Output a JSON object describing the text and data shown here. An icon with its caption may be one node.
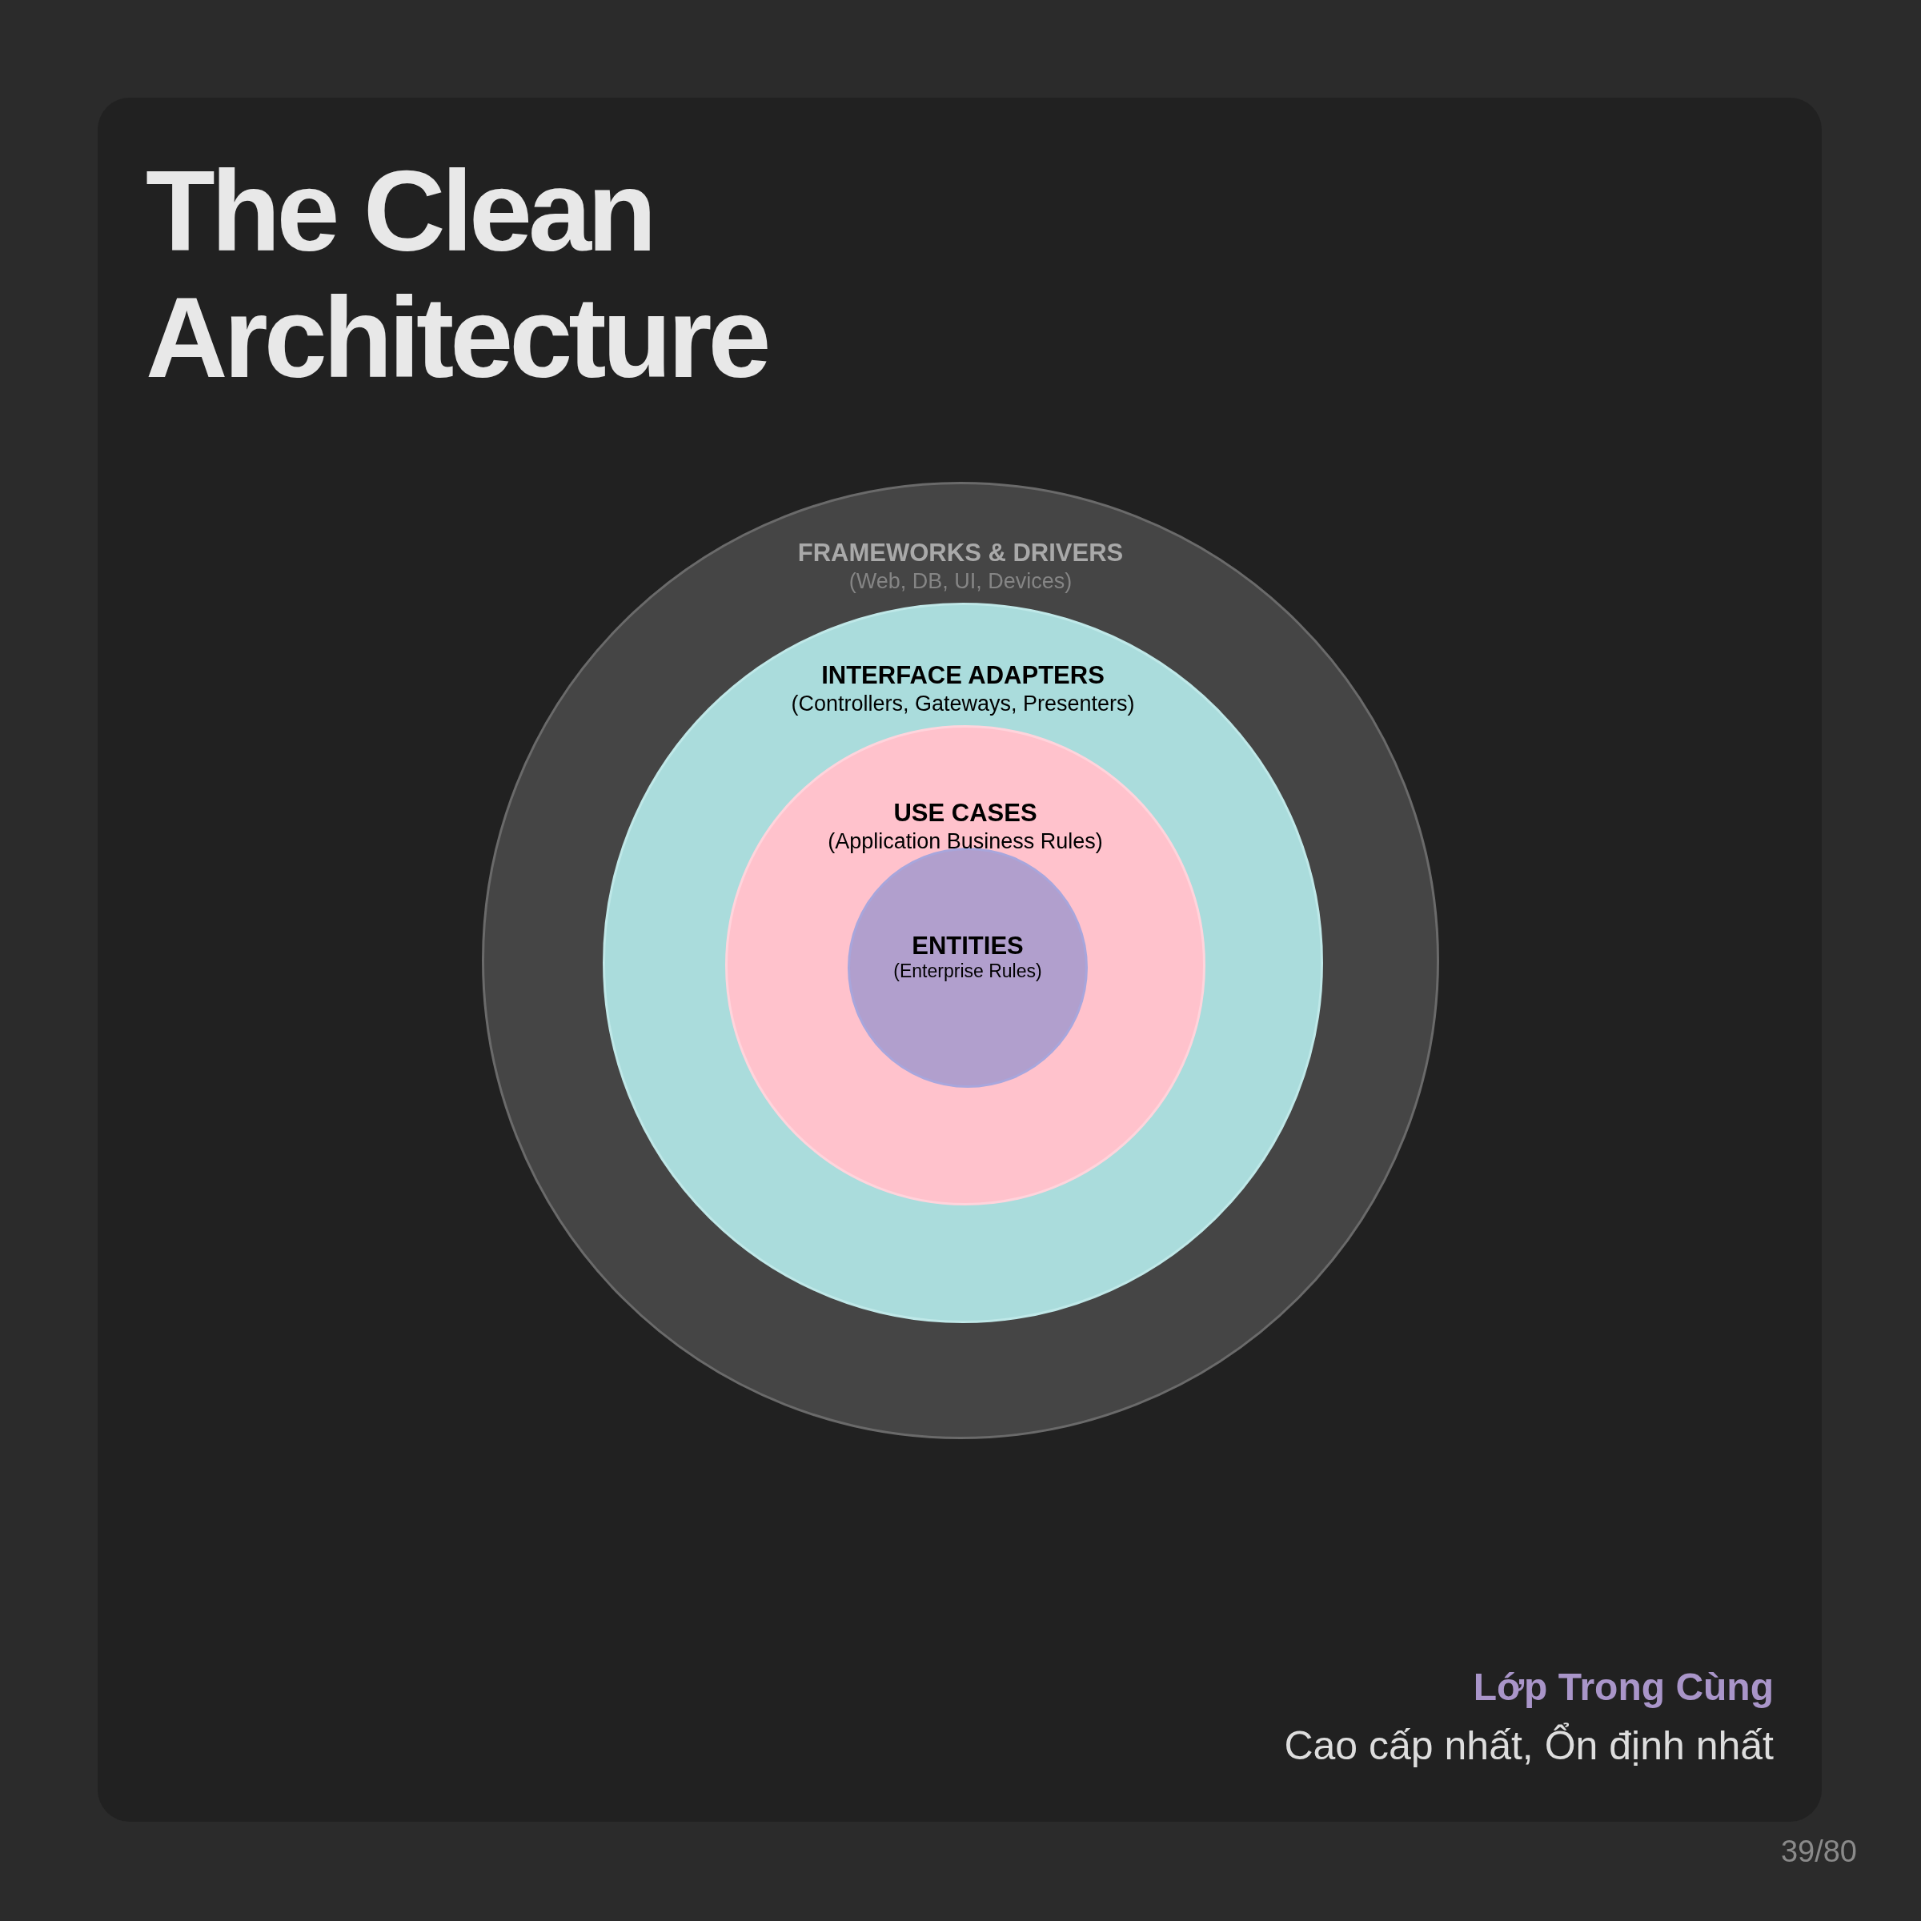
{
  "diagram": {
    "title": "The Clean Architecture",
    "nodes": [
      {
        "text": [
          "FRAMEWORKS & DRIVERS",
          "(Web, DB, UI, Devices)"
        ]
      },
      {
        "text": [
          "INTERFACE ADAPTERS",
          "(Controllers, Gateways, Presenters)"
        ],
        "in": 0
      },
      {
        "text": [
          "USE CASES",
          "(Application Business Rules)"
        ],
        "in": 1
      },
      {
        "text": [
          "ENTITIES",
          "(Enterprise Rules)"
        ],
        "in": 2
      }
    ],
    "labels": [
      "Lớp Trong Cùng",
      "Cao cấp nhất, Ổn định nhất",
      "39/80"
    ]
  }
}
